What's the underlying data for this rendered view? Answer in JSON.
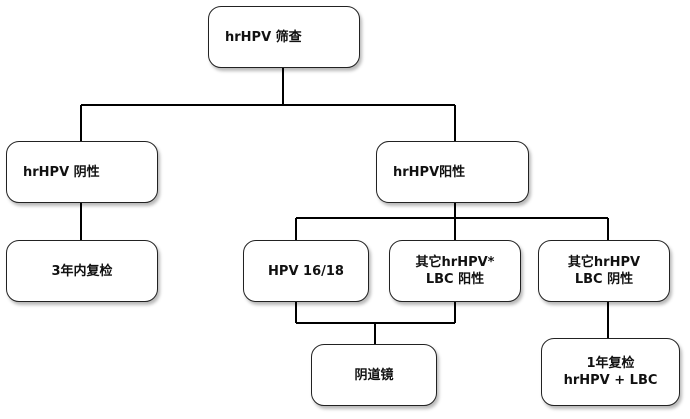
{
  "nodes": {
    "root": {
      "line1": "hrHPV 筛查"
    },
    "negative": {
      "line1": "hrHPV 阴性"
    },
    "positive": {
      "line1": "hrHPV阳性"
    },
    "recheck3": {
      "line1": "3年内复检"
    },
    "hpv1618": {
      "line1": "HPV 16/18"
    },
    "other_pos": {
      "line1": "其它hrHPV*",
      "line2": "LBC 阳性"
    },
    "other_neg": {
      "line1": "其它hrHPV",
      "line2": "LBC 阴性"
    },
    "colposcopy": {
      "line1": "阴道镜"
    },
    "recheck1": {
      "line1": "1年复检",
      "line2": "hrHPV + LBC"
    }
  },
  "colors": {
    "line": "#000000",
    "border": "#222222"
  }
}
